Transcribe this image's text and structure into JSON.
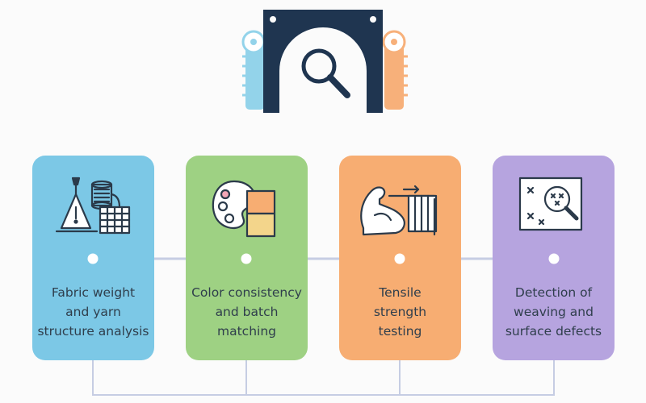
{
  "colors": {
    "navy": "#1f3550",
    "outline": "#2b3a4a",
    "card_blue": "#7cc8e6",
    "card_green": "#9ed183",
    "card_orange": "#f7ad72",
    "card_purple": "#b6a4df",
    "roller_blue": "#93d3ea",
    "roller_orange": "#f7b07a",
    "connector": "#c6cde3"
  },
  "hero_icons": [
    "loom-frame-icon",
    "magnifier-icon",
    "thread-roller-icon"
  ],
  "stages": [
    {
      "label": "Fabric weight\nand yarn\nstructure analysis",
      "icon": "scale-yarn-grid-icon",
      "color": "#7cc8e6"
    },
    {
      "label": "Color consistency\nand batch\nmatching",
      "icon": "palette-swatch-icon",
      "color": "#9ed183"
    },
    {
      "label": "Tensile\nstrength\ntesting",
      "icon": "muscle-arm-fabric-icon",
      "color": "#f7ad72"
    },
    {
      "label": "Detection of\nweaving and\nsurface defects",
      "icon": "defect-magnifier-icon",
      "color": "#b6a4df"
    }
  ]
}
